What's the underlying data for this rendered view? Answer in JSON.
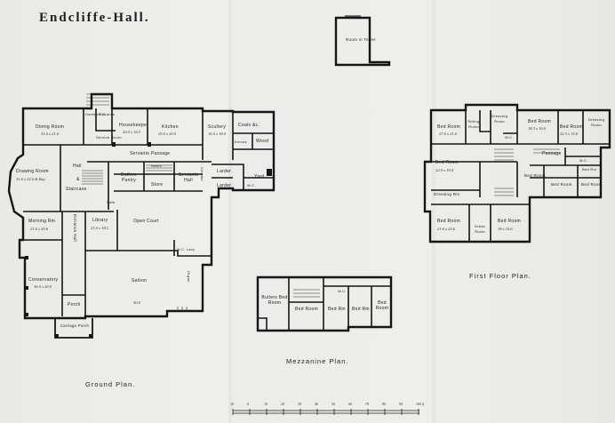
{
  "title": "Endcliffe-Hall.",
  "plans": {
    "ground": "Ground Plan.",
    "mezzanine": "Mezzanine Plan.",
    "first": "First Floor Plan.",
    "tower": "Room in Tower"
  },
  "ground_rooms": {
    "dining": "Dining Room",
    "dining_dim": "31.6 x 21.6",
    "garden_ent": "Garden Entrance",
    "wc": "W.C.",
    "service": "Service Room",
    "housekeeper": "Housekeeper",
    "housekeeper_dim": "20.0 x 16.5",
    "kitchen": "Kitchen",
    "kitchen_dim": "25.0 x 20.0",
    "scullery": "Scullery",
    "scullery_dim": "16.0 x 18.0",
    "coals": "Coals &c.",
    "knives": "Knives",
    "wood": "Wood",
    "servants_passage": "Servants Passage",
    "drawing": "Drawing Room",
    "drawing_dim": "31.6 x 22.6 & Bay",
    "hall": "Hall",
    "amp": "&",
    "staircase": "Staircase",
    "butlers_pantry": "Butlers Pantry",
    "stairs": "Stairs",
    "store": "Store",
    "servants_hall": "Servants Hall",
    "larder1": "Larder",
    "larder2": "Larder",
    "yard": "Yard",
    "corridor": "Corridor",
    "wc2": "W.C.",
    "safe": "Safe",
    "morning": "Morning Rm",
    "morning_dim": "21.6 x 20.6",
    "entrance_hall": "Entrance Hall",
    "library": "Library",
    "library_dim": "21.6 x 18.2",
    "open_court": "Open Court",
    "wc_lavy": "W.C. Lavy.",
    "conservatory": "Conservatory",
    "conservatory_dim": "36.0 x 20.0",
    "saloon": "Saloon",
    "saloon_dim": "50.0",
    "organ": "Organ",
    "porch": "Porch",
    "carriage_porch": "Carriage Porch"
  },
  "mezz_rooms": {
    "butlers_bed": "Butlers Bed Room",
    "bed1": "Bed Room",
    "bed2": "Bed Rm",
    "bed3": "Bed Rm",
    "bed4": "Bed Room",
    "wc": "W.C."
  },
  "first_rooms": {
    "bed_a": "Bed Room",
    "bed_a_dim": "27.6 x 21.6",
    "sitting": "Sitting Room",
    "dressing1": "Dressing Room",
    "wc": "W.C.",
    "bed_b": "Bed Room",
    "bed_b_dim": "18.3 x 16.0",
    "bed_c": "Bed Room",
    "bed_c_dim": "22.3 x 15.6",
    "dressing2": "Dressing Room",
    "bed_d": "Bed Room",
    "bed_d_dim": "22.0 x 19.4",
    "passage": "Passage",
    "dressing3": "Dressing Rm",
    "bed_e": "Bed Room",
    "bed_f": "Bed Room",
    "bed_g": "Bed Room",
    "bed_h": "Bed Rm",
    "wc2": "W.C.",
    "bed_i": "Bed Room",
    "bed_i_dim": "21.6 x 20.6",
    "dress_room": "Dress Room",
    "bed_j": "Bed Room",
    "bed_j_dim": "18 x 16.6"
  },
  "scale": {
    "ticks": [
      "10",
      "0",
      "10",
      "20",
      "30",
      "40",
      "50",
      "60",
      "70",
      "80",
      "90",
      "100 ft"
    ]
  }
}
